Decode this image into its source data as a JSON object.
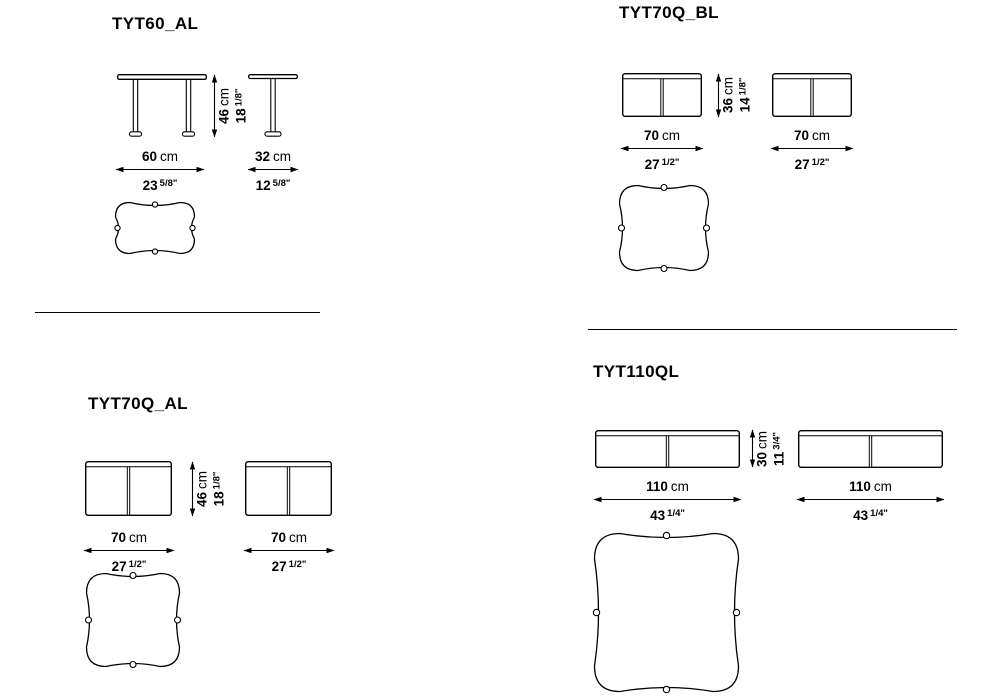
{
  "products": {
    "tyt60": {
      "title": "TYT60_AL",
      "height": {
        "cm": "46",
        "cm_unit": "cm",
        "in": "18",
        "in_frac": "1/8\""
      },
      "width1": {
        "cm": "60",
        "cm_unit": "cm",
        "in": "23",
        "in_frac": "5/8\""
      },
      "width2": {
        "cm": "32",
        "cm_unit": "cm",
        "in": "12",
        "in_frac": "5/8\""
      }
    },
    "tyt70qbl": {
      "title": "TYT70Q_BL",
      "height": {
        "cm": "36",
        "cm_unit": "cm",
        "in": "14",
        "in_frac": "1/8\""
      },
      "width1": {
        "cm": "70",
        "cm_unit": "cm",
        "in": "27",
        "in_frac": "1/2\""
      },
      "width2": {
        "cm": "70",
        "cm_unit": "cm",
        "in": "27",
        "in_frac": "1/2\""
      }
    },
    "tyt70qal": {
      "title": "TYT70Q_AL",
      "height": {
        "cm": "46",
        "cm_unit": "cm",
        "in": "18",
        "in_frac": "1/8\""
      },
      "width1": {
        "cm": "70",
        "cm_unit": "cm",
        "in": "27",
        "in_frac": "1/2\""
      },
      "width2": {
        "cm": "70",
        "cm_unit": "cm",
        "in": "27",
        "in_frac": "1/2\""
      }
    },
    "tyt110ql": {
      "title": "TYT110QL",
      "height": {
        "cm": "30",
        "cm_unit": "cm",
        "in": "11",
        "in_frac": "3/4\""
      },
      "width1": {
        "cm": "110",
        "cm_unit": "cm",
        "in": "43",
        "in_frac": "1/4\""
      },
      "width2": {
        "cm": "110",
        "cm_unit": "cm",
        "in": "43",
        "in_frac": "1/4\""
      }
    }
  }
}
